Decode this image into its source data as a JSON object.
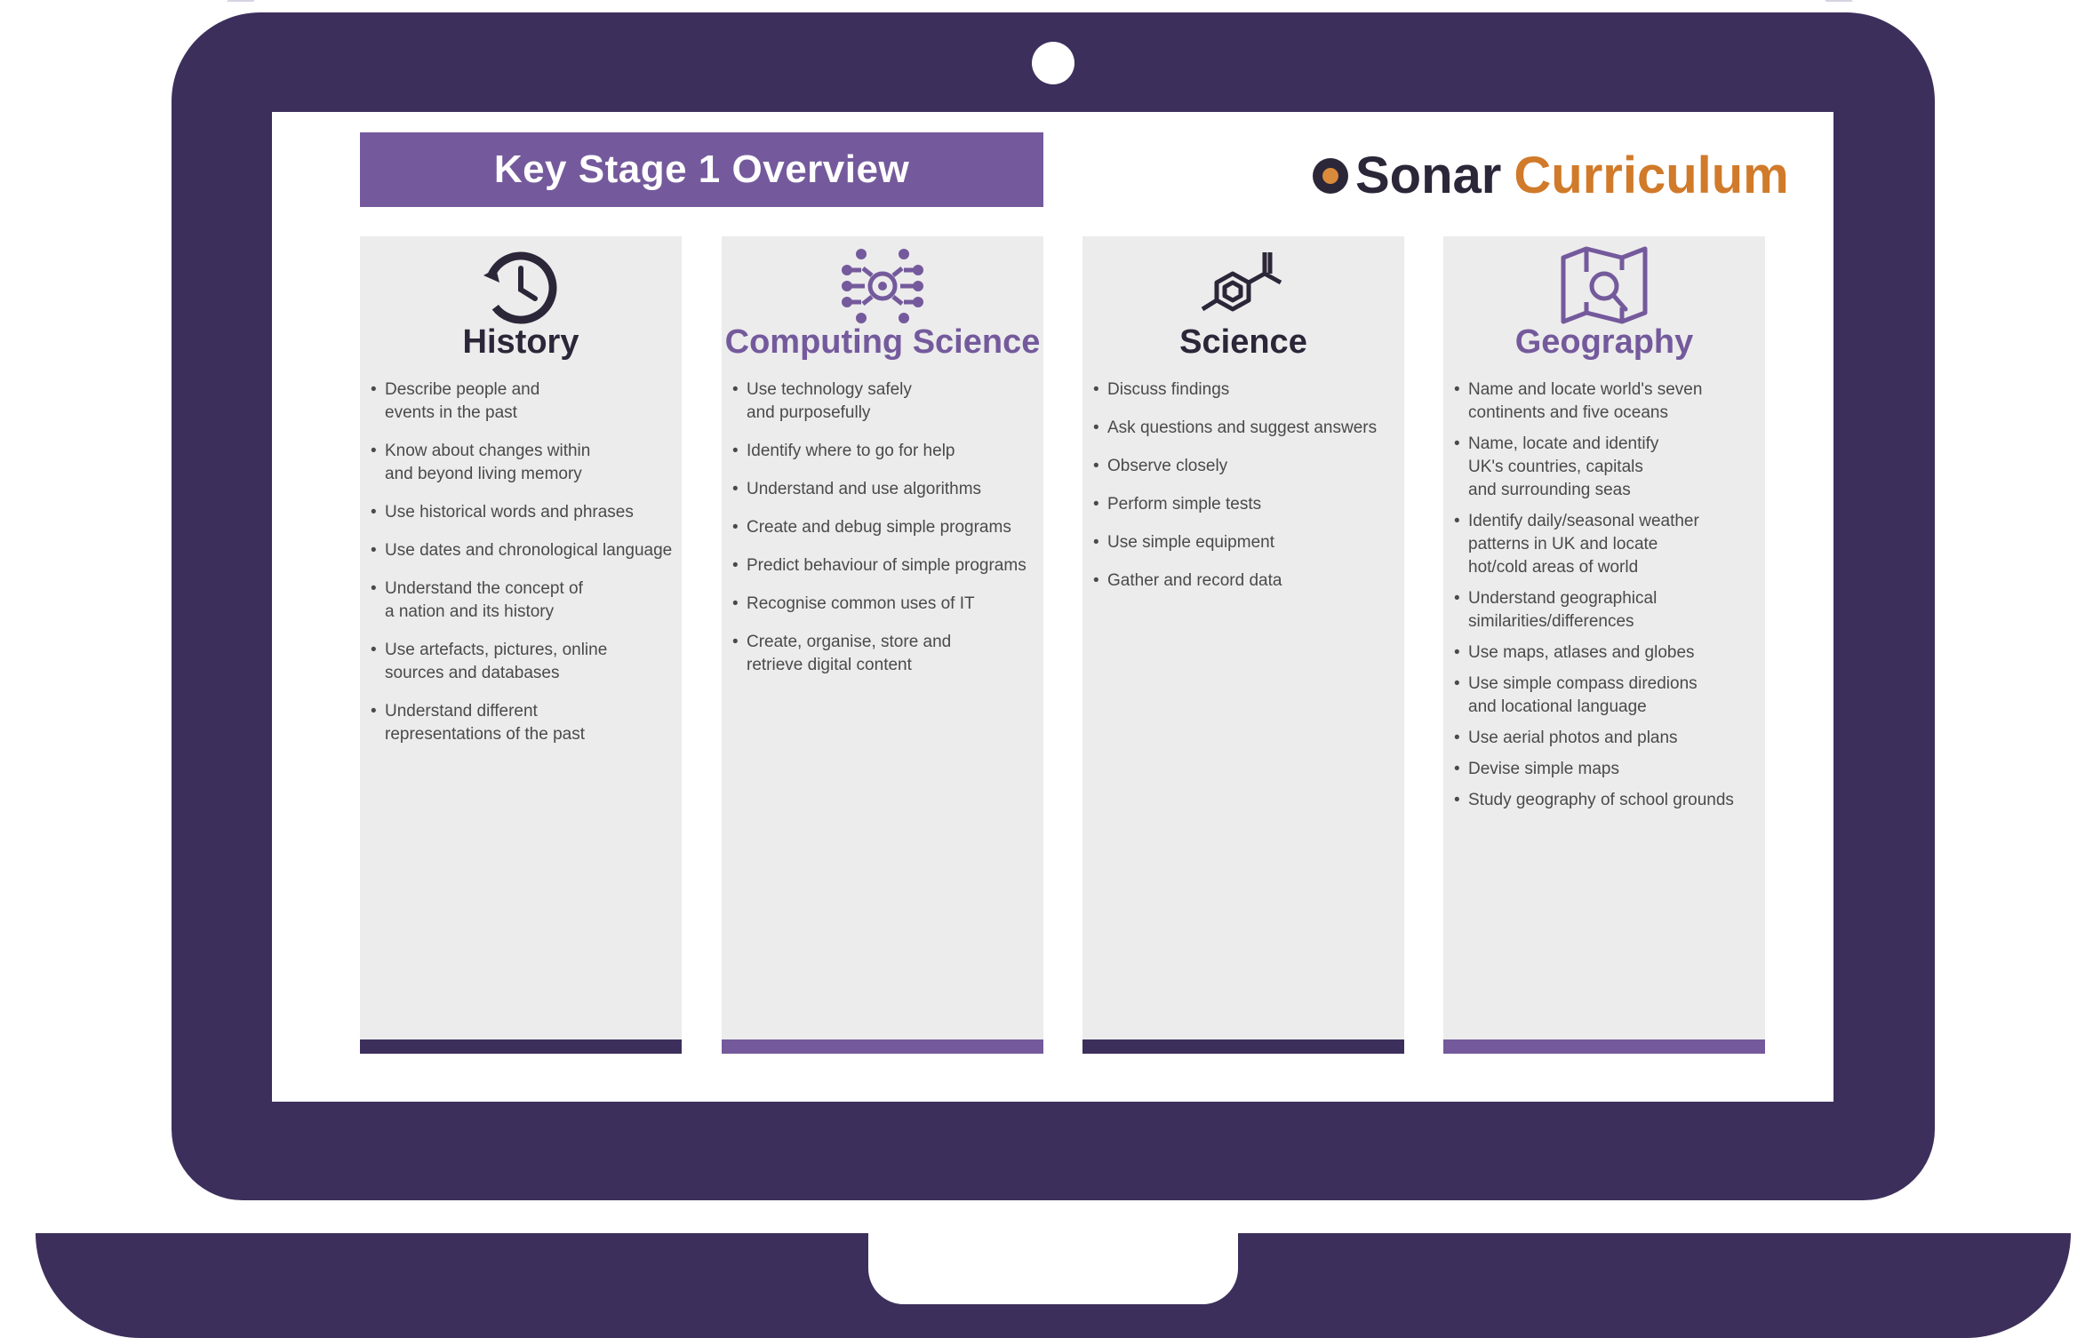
{
  "page": {
    "title": "Key Stage 1 Overview",
    "brand": {
      "word1": "Sonar",
      "word2": "Curriculum"
    }
  },
  "colors": {
    "laptop": "#3d2f5c",
    "title_bar": "#745a9c",
    "brand_accent": "#d07a2a",
    "column_bg": "#ececec",
    "dark_text": "#2b2638"
  },
  "columns": [
    {
      "title": "History",
      "icon": "clock-history-icon",
      "items": [
        "Describe people and\nevents in the past",
        "Know about changes within\nand beyond living memory",
        "Use historical words and phrases",
        "Use dates and chronological language",
        "Understand the concept of\na nation and its history",
        "Use artefacts, pictures, online\nsources and databases",
        "Understand different\nrepresentations of the past"
      ]
    },
    {
      "title": "Computing Science",
      "icon": "network-gear-icon",
      "items": [
        "Use technology safely\nand purposefully",
        "Identify where to go for help",
        "Understand and use algorithms",
        "Create and debug simple programs",
        "Predict behaviour of simple programs",
        "Recognise common uses of IT",
        "Create, organise, store and\nretrieve digital content"
      ]
    },
    {
      "title": "Science",
      "icon": "molecule-icon",
      "items": [
        "Discuss findings",
        "Ask questions and suggest answers",
        "Observe closely",
        "Perform simple tests",
        "Use simple equipment",
        "Gather and record data"
      ]
    },
    {
      "title": "Geography",
      "icon": "map-search-icon",
      "items": [
        "Name and locate world's seven\ncontinents and five oceans",
        "Name, locate and identify\nUK's countries, capitals\nand surrounding seas",
        "Identify daily/seasonal weather\npatterns in UK and locate\nhot/cold areas of world",
        "Understand geographical\nsimilarities/differences",
        "Use maps, atlases and globes",
        "Use simple compass diredions\nand locational language",
        "Use aerial photos and plans",
        "Devise simple maps",
        "Study geography of school grounds"
      ]
    }
  ]
}
